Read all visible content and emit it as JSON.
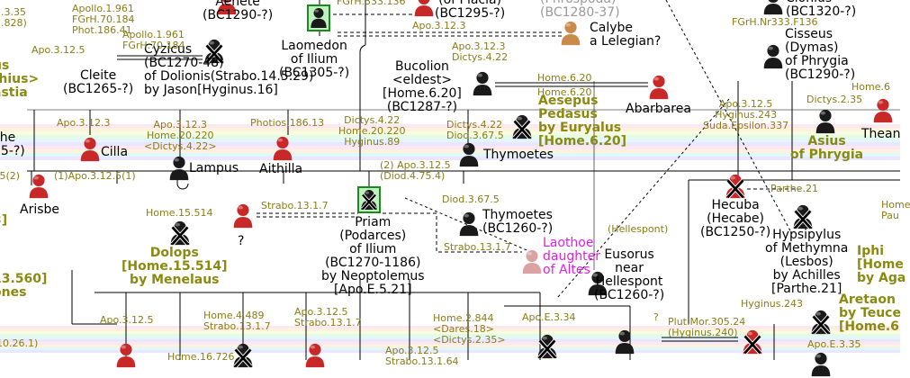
{
  "bands": [
    "#fde7f3",
    "#fdf3dc",
    "#f7fde0",
    "#e6fbe6",
    "#e2f6fd",
    "#e9e6fd",
    "#fde7f3",
    "#fdf3dc",
    "#e2f6fd",
    "#e9e6fd"
  ],
  "colors": {
    "male": "#1a1a1a",
    "female": "#c82828",
    "tan": "#c98a4a",
    "pale": "#d9a3a3",
    "gold": "#8a8a10",
    "ref": "#8a7d16",
    "green": "#1a8a1a"
  },
  "icons": [
    {
      "id": "i-aenete-top",
      "type": "female"
    },
    {
      "id": "i-laomedon",
      "type": "framed-male"
    },
    {
      "id": "i-placia",
      "type": "female"
    },
    {
      "id": "i-calybe",
      "type": "tan"
    },
    {
      "id": "i-cyzicus",
      "type": "crossed-male"
    },
    {
      "id": "i-bucolion",
      "type": "male"
    },
    {
      "id": "i-abarbarea",
      "type": "female"
    },
    {
      "id": "i-aesepus",
      "type": "crossed-male"
    },
    {
      "id": "i-cilla",
      "type": "female"
    },
    {
      "id": "i-aithilla",
      "type": "female"
    },
    {
      "id": "i-lampus",
      "type": "male"
    },
    {
      "id": "i-thymoetes1",
      "type": "male"
    },
    {
      "id": "i-arisbe",
      "type": "female"
    },
    {
      "id": "i-priam",
      "type": "framed-crossed"
    },
    {
      "id": "i-thymoetes2",
      "type": "male"
    },
    {
      "id": "i-laothoe",
      "type": "pale"
    },
    {
      "id": "i-dolops",
      "type": "crossed-male"
    },
    {
      "id": "i-unknown",
      "type": "female"
    },
    {
      "id": "i-eusorus",
      "type": "male"
    },
    {
      "id": "i-hecuba",
      "type": "crossed-female"
    },
    {
      "id": "i-hypsipylus",
      "type": "crossed-male"
    },
    {
      "id": "i-cisseus",
      "type": "male"
    },
    {
      "id": "i-asius",
      "type": "male"
    },
    {
      "id": "i-theano",
      "type": "female"
    },
    {
      "id": "i-aretaon",
      "type": "crossed-male"
    },
    {
      "id": "i-topright",
      "type": "male"
    },
    {
      "id": "i-bot1",
      "type": "female"
    },
    {
      "id": "i-bot2",
      "type": "crossed-male"
    },
    {
      "id": "i-bot3",
      "type": "female"
    },
    {
      "id": "i-bot4",
      "type": "crossed-male"
    },
    {
      "id": "i-bot5",
      "type": "male"
    },
    {
      "id": "i-bot6",
      "type": "crossed-female"
    },
    {
      "id": "i-bot7",
      "type": "male"
    }
  ],
  "names": {
    "laomedon": "Laomedon\nof Ilium\n(BC1305-?)",
    "aenete": "Aenete\n(BC1290-?)",
    "placia": "(of Placia)\n(BC1295-?)",
    "aphrodite": "(Phrospoda)\n(BC1280-37)",
    "calybe": "Calybe\na Lelegian?",
    "cyzicus": "Cyzicus\n(BC1270-48)\nof Dolionis(Strabo.14.5.29)\nby Jason[Hyginus.16]",
    "cleite": "Cleite\n(BC1265-?)",
    "bucolion": "Bucolion\n<eldest>\n[Home.6.20]\n(BC1287-?)",
    "abarbarea": "Abarbarea",
    "cilla": "Cilla",
    "aithilla": "Aithilla",
    "lampus": "Lampus",
    "thymoetes1": "Thymoetes",
    "arisbe": "Arisbe",
    "priam": "Priam\n(Podarces)\nof Ilium\n(BC1270-1186)\nby Neoptolemus\n[Apo.E.5.21]",
    "thymoetes2": "Thymoetes\n(BC1260-?)",
    "unknown": "?",
    "eusorus": "Eusorus\nnear\nHellespont\n(BC1260-?)",
    "hecuba": "Hecuba\n(Hecabe)\n(BC1250-?)",
    "hypsipylus": "Hypsipylus\nof Methymna\n(Lesbos)\nby Achilles\n[Parthe.21]",
    "cisseus": "Cisseus\n(Dymas)\nof Phrygia\n(BC1290-?)",
    "topright": "Clonius\n(BC1320-?)",
    "theano": "Thean",
    "che": "che\n65-?)"
  },
  "gold": {
    "aesepus": "Aesepus\nPedasus\nby Euryalus\n[Home.6.20]",
    "dolops": "Dolops\n[Home.15.514]\nby Menelaus",
    "asius": "Asius\nof Phrygia",
    "aretaon": "Aretaon\nby Teuce\n[Home.6",
    "iphic": "Iphi\n[Home\nby Aga",
    "left1": "us\n[hius>\nastia",
    "left2": "3]\ns",
    "left3": "s\n13.560]\nones"
  },
  "magenta": {
    "laothoe": "Laothoe\ndaughter\nof Altes"
  },
  "refs": {
    "r1": "2.3.35\n2.828)",
    "r2": "Apollo.1.961\nFGrH.70.184\nPhot.186.41",
    "r3": "Apollo.1.961\nFGrH.70.184",
    "r4": "FGrH.333.136",
    "r5": "Apo.3.12.5",
    "r6": "Apo.3.12.3",
    "r7": "Apo.3.12.3\nDictys.4.22",
    "r8": "Home.6.20",
    "r9": "Home.6.20",
    "r10": "FGrH.Nr333.F136",
    "r11": "Apo.3.12.3\nHome.20.220\n<Dictys.4.22>",
    "r12": "Apo.3.12.3",
    "r13": "Photios.186.13",
    "r14": "Dictys.4.22\nHome.20.220\nHyginus.89",
    "r15": "Dictys.4.22\nDiod.3.67.5",
    "r16": "Dictys.2.35",
    "r17": "Apo.3.12.5\nHyginus.243\nSuda.Epsilon.337",
    "r18": "Home.6",
    "r19": ".5(2)",
    "r20": "(1)Apo.3.12.5(1)",
    "r21": "(2) Apo.3.12.5\n(Diod.4.75.4)",
    "r22": "Parthe.21",
    "r23": "Home.15.514",
    "r24": "Strabo.13.1.7",
    "r25": "Diod.3.67.5",
    "r26": "Strabo.13.1.7",
    "r27": "(Hellespont)",
    "r28": "Home\nPau",
    "r29": "Apo.3.12.5",
    "r30": "Home.4.489\nStrabo.13.1.7",
    "r31": "Apo.3.12.5\nStrabo.13.1.7",
    "r32": "Home.2.844\n<Dares.18>\n<Dictys.2.35>",
    "r33": "Apo.E.3.34",
    "r34": "?",
    "r35": "Hyginus.243",
    "r36": "Plut.Mor.305.24\n(Hyginus.240)",
    "r37": "Apo.E.3.35",
    "r38": "Apo.3.12.5\nStrabo.13.1.64",
    "r39": "Home.16.726",
    "r40": "10.26.1)"
  }
}
